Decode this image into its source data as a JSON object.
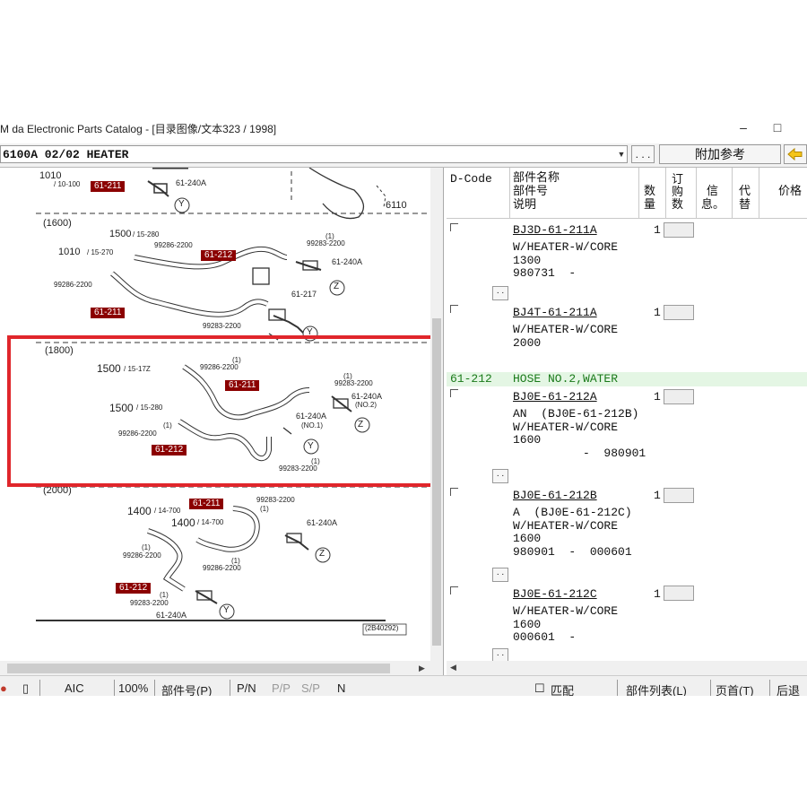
{
  "window": {
    "title": "M   da Electronic Parts Catalog - [目录图像/文本323 / 1998]",
    "minimize": "–",
    "maximize": "□"
  },
  "toolbar": {
    "combo_value": "6100A 02/02 HEATER",
    "ellipsis_label": ". . .",
    "add_ref_label": "附加参考"
  },
  "diagram": {
    "sections": [
      "(1600)",
      "(1800)",
      "(2000)"
    ],
    "labels": {
      "top_1010": "1010",
      "top_10100": "/ 10-100",
      "top_61211": "61-211",
      "top_61240a": "61-240A",
      "top_y": "Y",
      "top_6110": "6110",
      "s1_1500": "1500",
      "s1_15280": "/ 15-280",
      "s1_1010": "1010",
      "s1_15270": "/ 15-270",
      "s1_99286a": "99286-2200",
      "s1_99286b": "99286-2200",
      "s1_61212": "61-212",
      "s1_99283a": "99283-2200",
      "s1_1a": "(1)",
      "s1_61240a": "61-240A",
      "s1_61217": "61-217",
      "s1_z": "Z",
      "s1_61211": "61-211",
      "s1_99283b": "99283-2200",
      "s1_y": "Y",
      "s2_1500a": "1500",
      "s2_15172": "/ 15-17Z",
      "s2_99286a": "99286-2200",
      "s2_1a": "(1)",
      "s2_61211": "61-211",
      "s2_99283a": "99283-2200",
      "s2_1b": "(1)",
      "s2_61240a": "61-240A",
      "s2_no2": "(NO.2)",
      "s2_1500b": "1500",
      "s2_15280": "/ 15-280",
      "s2_61240b": "61-240A",
      "s2_no1": "(NO.1)",
      "s2_99286b": "99286-2200",
      "s2_1c": "(1)",
      "s2_61212": "61-212",
      "s2_z": "Z",
      "s2_y": "Y",
      "s2_99283b": "99283-2200",
      "s2_1d": "(1)",
      "s3_61211": "61-211",
      "s3_99283a": "99283-2200",
      "s3_1a": "(1)",
      "s3_1400a": "1400",
      "s3_14700a": "/ 14-700",
      "s3_1400b": "1400",
      "s3_14700b": "/ 14-700",
      "s3_61240a": "61-240A",
      "s3_z": "Z",
      "s3_99286a": "99286-2200",
      "s3_1b": "(1)",
      "s3_99286b": "99286-2200",
      "s3_1c": "(1)",
      "s3_61212": "61-212",
      "s3_1d": "(1)",
      "s3_99283b": "99283-2200",
      "s3_61240b": "61-240A",
      "s3_y": "Y",
      "code": "(2B40292)"
    }
  },
  "parts_table": {
    "headers": {
      "dcode": "D-Code",
      "name1": "部件名称",
      "name2": "部件号",
      "name3": "说明",
      "qty1": "数",
      "qty2": "量",
      "order1": "订",
      "order2": "购",
      "order3": "数",
      "info1": "信",
      "info2": "息。",
      "sub1": "代",
      "sub2": "替",
      "price": "价格"
    },
    "group": {
      "code": "61-212",
      "name": "HOSE NO.2,WATER"
    },
    "rows": [
      {
        "part_no": "BJ3D-61-211A",
        "qty": "1",
        "desc": "W/HEATER-W/CORE\n1300\n980731  -"
      },
      {
        "part_no": "BJ4T-61-211A",
        "qty": "1",
        "desc": "W/HEATER-W/CORE\n2000"
      },
      {
        "part_no": "BJ0E-61-212A",
        "qty": "1",
        "desc": "AN  (BJ0E-61-212B)\nW/HEATER-W/CORE\n1600\n          -  980901"
      },
      {
        "part_no": "BJ0E-61-212B",
        "qty": "1",
        "desc": "A  (BJ0E-61-212C)\nW/HEATER-W/CORE\n1600\n980901  -  000601"
      },
      {
        "part_no": "BJ0E-61-212C",
        "qty": "1",
        "desc": "W/HEATER-W/CORE\n1600\n000601  -"
      }
    ],
    "more_button": ". ."
  },
  "statusbar": {
    "items": [
      "AIC",
      "100%",
      "部件号(P)",
      "P/N",
      "P/P",
      "S/P",
      "N",
      "匹配",
      "部件列表(L)",
      "页首(T)",
      "后退"
    ]
  },
  "colors": {
    "highlight": "#e0262b",
    "tag_bg": "#8b0000",
    "group_text": "#1a7a1a",
    "group_bg": "#e4f6e4"
  }
}
